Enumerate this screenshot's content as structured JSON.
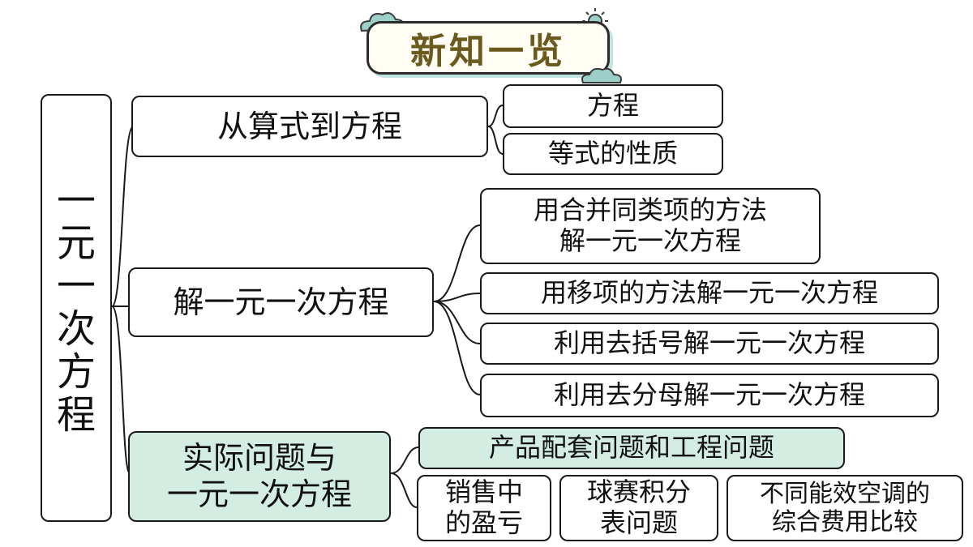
{
  "title": "新知一览",
  "root": [
    "一",
    "元",
    "一",
    "次",
    "方",
    "程"
  ],
  "branches": [
    {
      "label": "从算式到方程",
      "children": [
        "方程",
        "等式的性质"
      ]
    },
    {
      "label": "解一元一次方程",
      "children": [
        "用合并同类项的方法\n解一元一次方程",
        "用移项的方法解一元一次方程",
        "利用去括号解一元一次方程",
        "利用去分母解一元一次方程"
      ]
    },
    {
      "label": "实际问题与\n一元一次方程",
      "children": [
        "产品配套问题和工程问题",
        "销售中\n的盈亏",
        "球赛积分\n表问题",
        "不同能效空调的\n综合费用比较"
      ]
    }
  ],
  "colors": {
    "highlight": "#d3ede3",
    "title_text": "#6b5a1e",
    "title_shadow": "#bfe3de",
    "cloud": "#9ccfc8"
  }
}
